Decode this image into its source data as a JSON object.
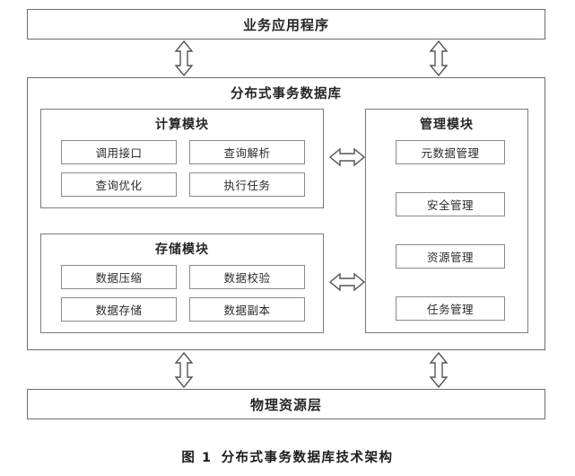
{
  "figure": {
    "caption_number": "图 1",
    "caption_text": "分布式事务数据库技术架构"
  },
  "colors": {
    "background": "#ffffff",
    "box_border": "#7b7b7b",
    "outer_border": "#6e6e6e",
    "cell_border": "#8a8a8a",
    "text": "#262626",
    "arrow_stroke": "#555555",
    "arrow_fill": "#ffffff"
  },
  "top_layer": {
    "label": "业务应用程序"
  },
  "bottom_layer": {
    "label": "物理资源层"
  },
  "database_container": {
    "title": "分布式事务数据库"
  },
  "modules": [
    {
      "id": "compute",
      "title": "计算模块",
      "cells": [
        {
          "label": "调用接口"
        },
        {
          "label": "查询解析"
        },
        {
          "label": "查询优化"
        },
        {
          "label": "执行任务"
        }
      ]
    },
    {
      "id": "storage",
      "title": "存储模块",
      "cells": [
        {
          "label": "数据压缩"
        },
        {
          "label": "数据校验"
        },
        {
          "label": "数据存储"
        },
        {
          "label": "数据副本"
        }
      ]
    },
    {
      "id": "management",
      "title": "管理模块",
      "cells": [
        {
          "label": "元数据管理"
        },
        {
          "label": "安全管理"
        },
        {
          "label": "资源管理"
        },
        {
          "label": "任务管理"
        }
      ]
    }
  ],
  "connectors": [
    {
      "id": "app-to-db-left",
      "direction": "vertical",
      "icon": "double-arrow-vertical"
    },
    {
      "id": "app-to-db-right",
      "direction": "vertical",
      "icon": "double-arrow-vertical"
    },
    {
      "id": "compute-to-management",
      "direction": "horizontal",
      "icon": "double-arrow-horizontal"
    },
    {
      "id": "storage-to-management",
      "direction": "horizontal",
      "icon": "double-arrow-horizontal"
    },
    {
      "id": "db-to-physical-left",
      "direction": "vertical",
      "icon": "double-arrow-vertical"
    },
    {
      "id": "db-to-physical-right",
      "direction": "vertical",
      "icon": "double-arrow-vertical"
    }
  ]
}
